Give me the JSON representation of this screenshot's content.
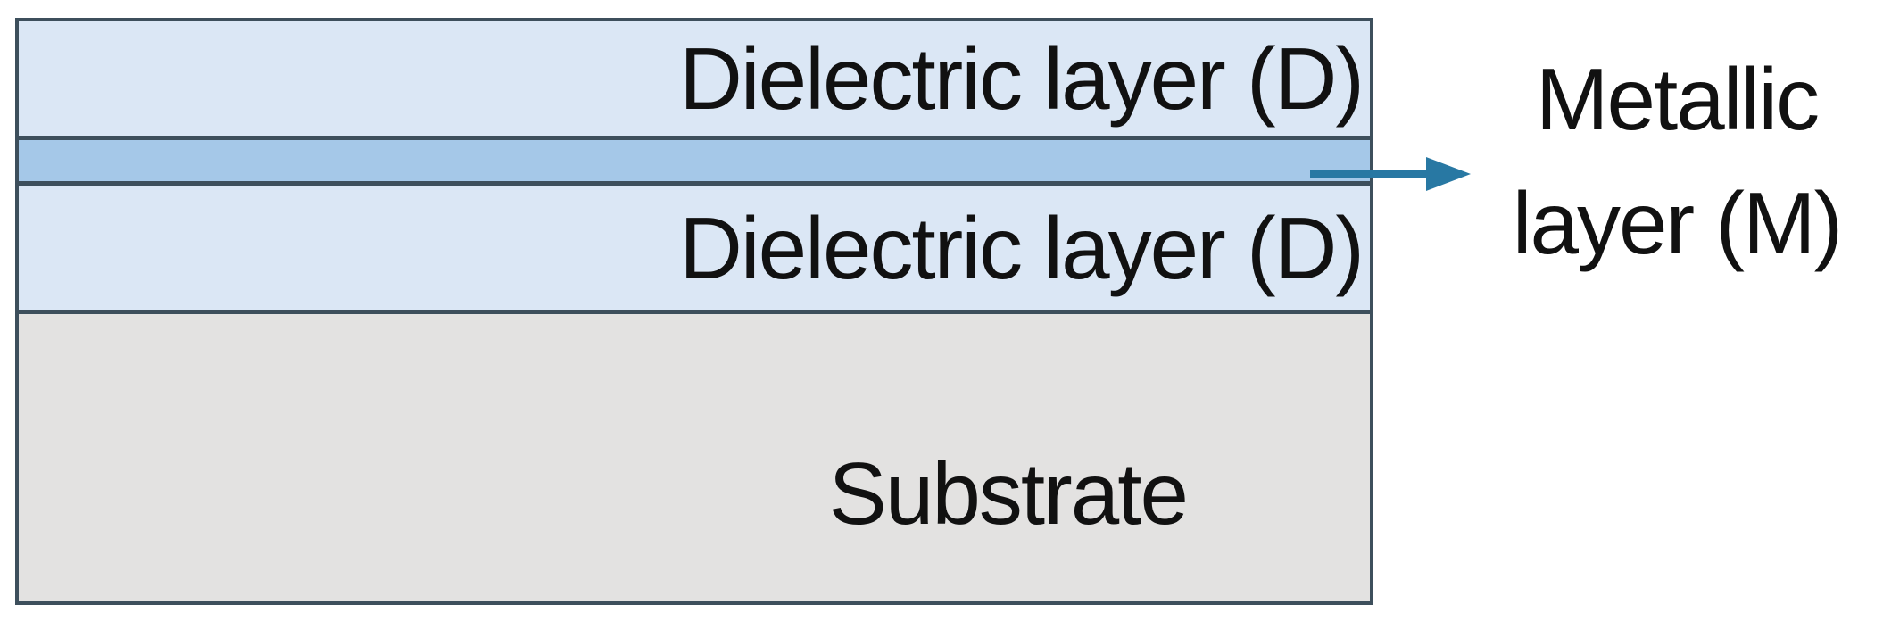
{
  "diagram": {
    "type": "layer-stack-schematic",
    "layers": [
      {
        "id": "dielectric-top",
        "label": "Dielectric layer (D)",
        "fill": "#dbe7f5"
      },
      {
        "id": "metallic",
        "label": "",
        "fill": "#a5c8e8"
      },
      {
        "id": "dielectric-bottom",
        "label": "Dielectric layer (D)",
        "fill": "#dbe7f5"
      },
      {
        "id": "substrate",
        "label": "Substrate",
        "fill": "#e3e2e1"
      }
    ],
    "annotation": {
      "line1": "Metallic",
      "line2": "layer (M)",
      "arrow_icon": "right-arrow",
      "arrow_color": "#2878a3"
    },
    "colors": {
      "border": "#3d4f5c",
      "text": "#111111",
      "background": "#ffffff"
    }
  }
}
